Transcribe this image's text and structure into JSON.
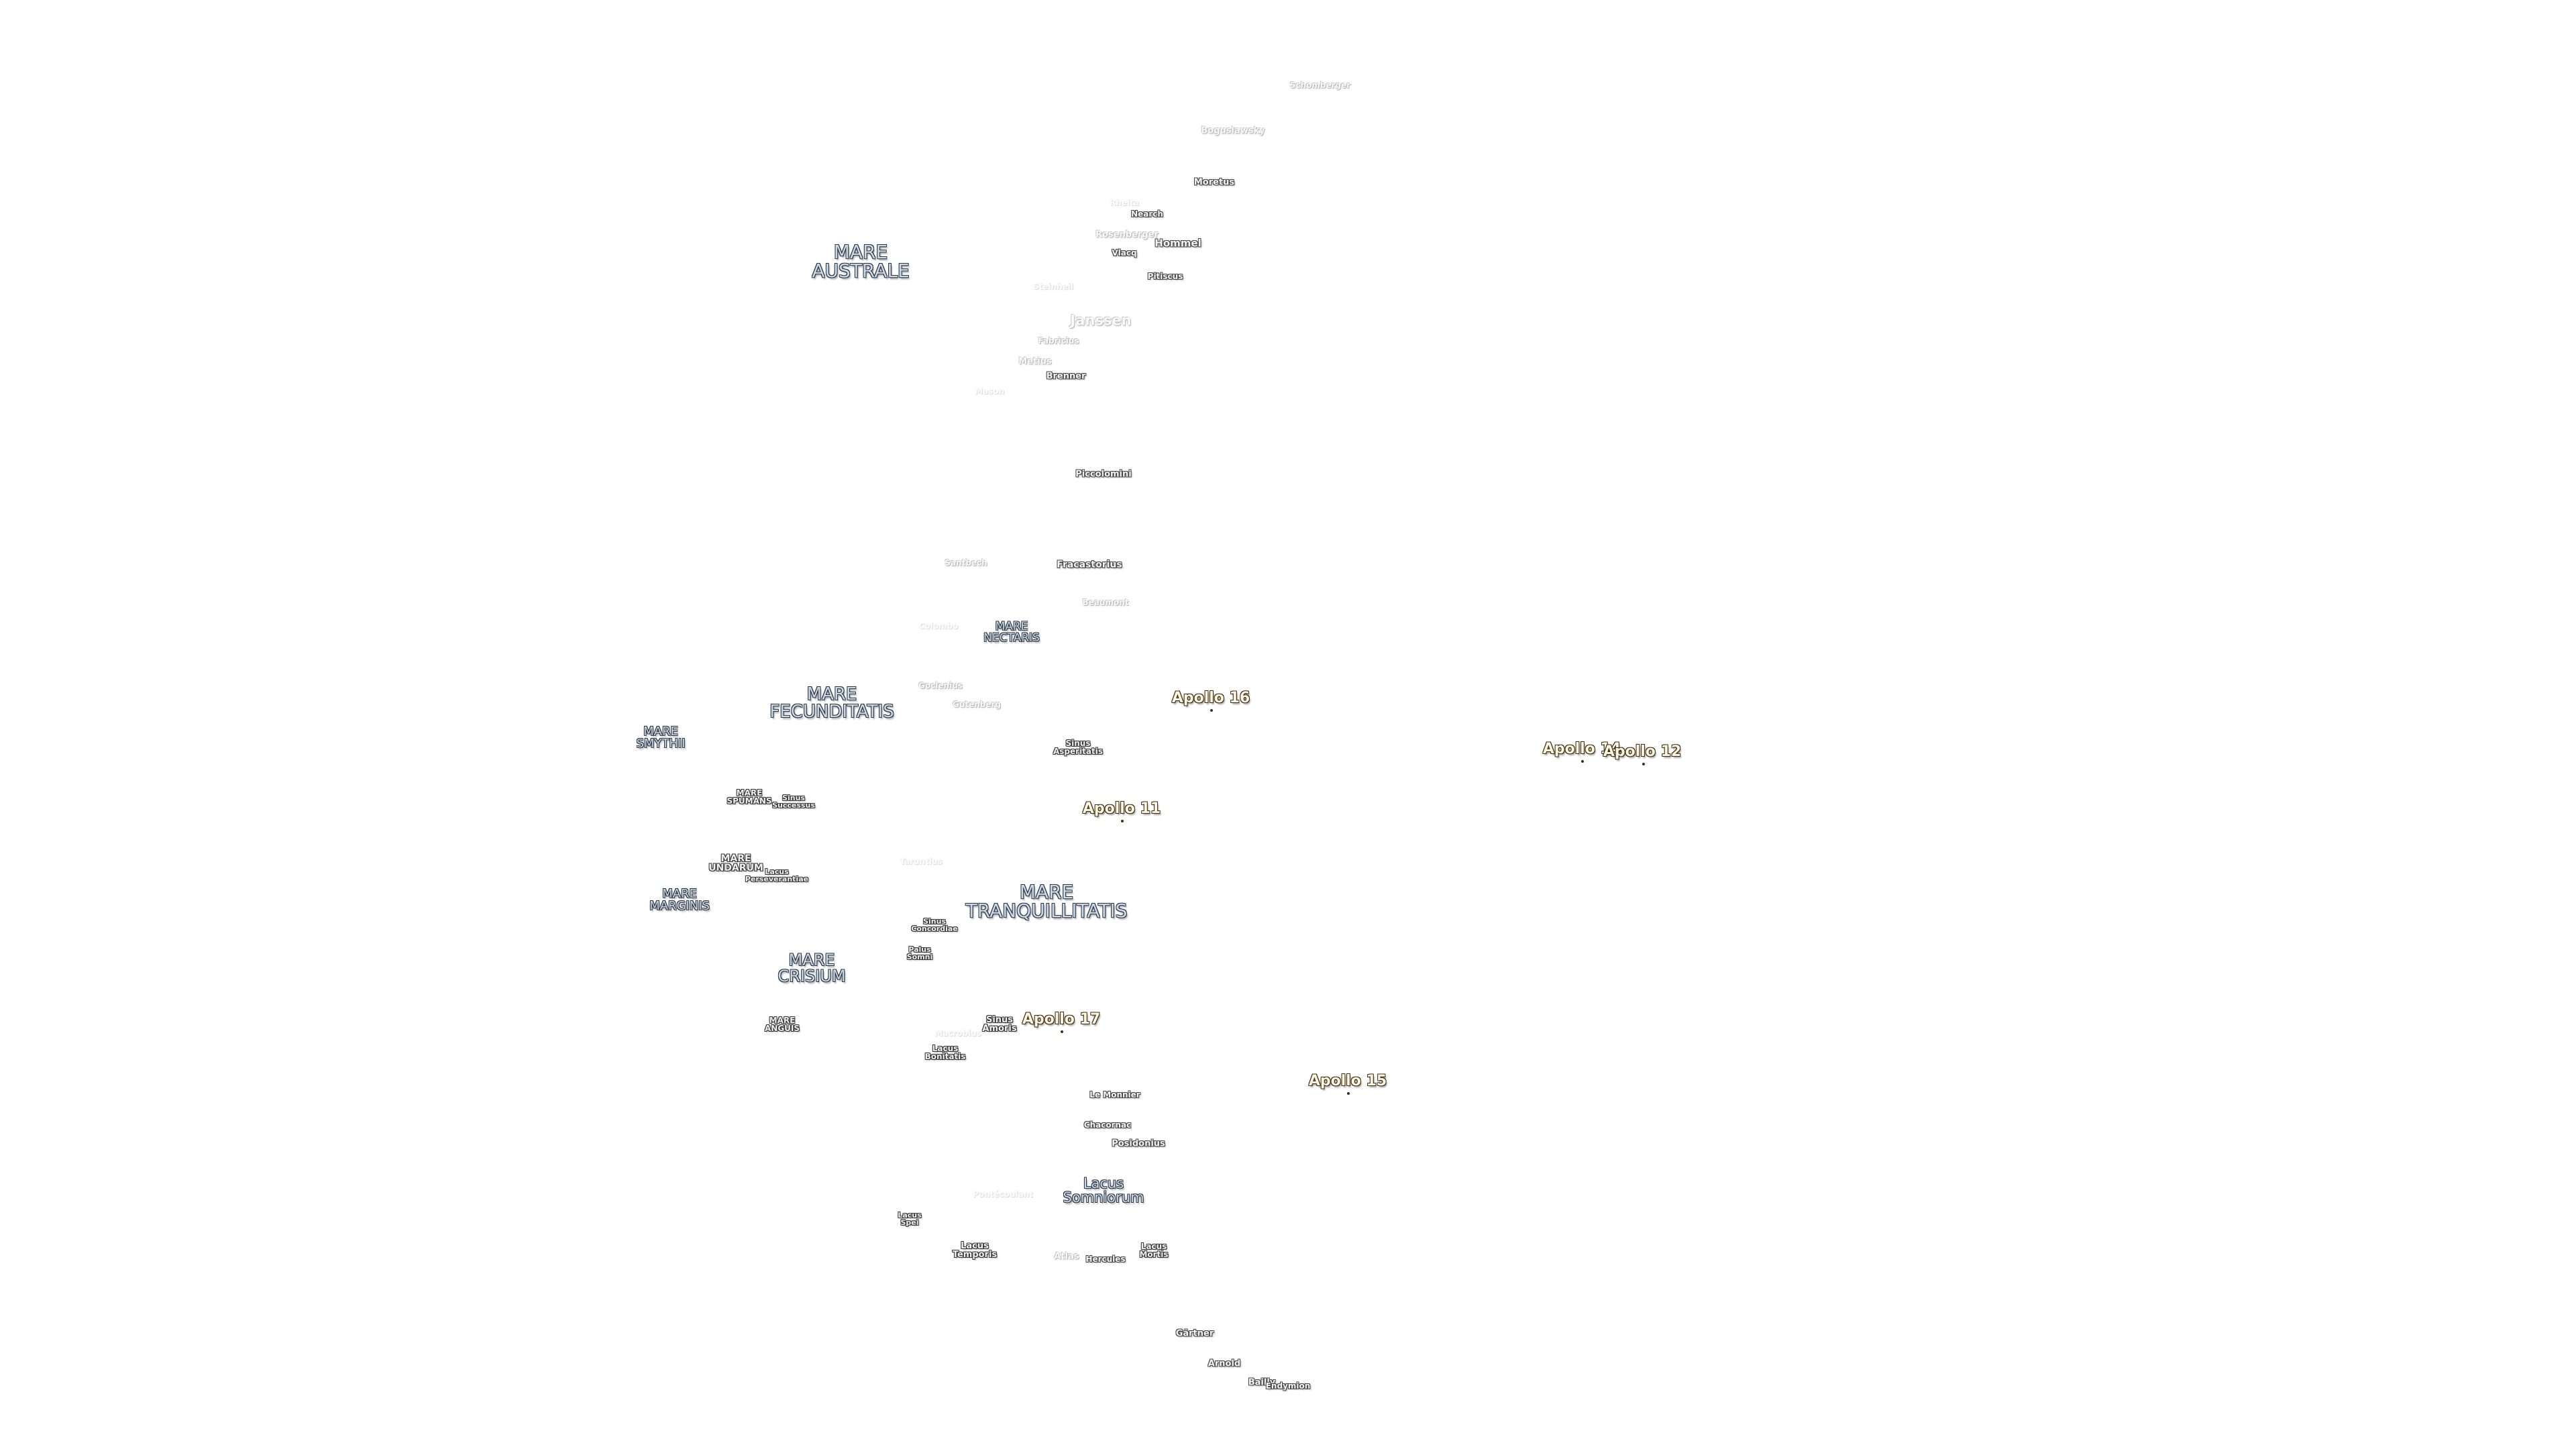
{
  "map": {
    "labels": {
      "mare_australe": "MARE\nAUSTRALE",
      "mare_fecunditatis": "MARE\nFECUNDITATIS",
      "mare_nectaris": "MARE\nNECTARIS",
      "mare_smythii": "MARE\nSMYTHII",
      "mare_spumans": "MARE\nSPUMANS",
      "mare_undarum": "MARE\nUNDARUM",
      "mare_marginis": "MARE\nMARGINIS",
      "mare_crisium": "MARE\nCRISIUM",
      "mare_anguis": "MARE\nANGUIS",
      "mare_tranquillitatis": "MARE\nTRANQUILLITATIS",
      "sinus_successus": "Sinus\nSuccessus",
      "lacus_perseverantiae": "Lacus\nPerseverantiae",
      "sinus_asperitatis": "Sinus\nAsperitatis",
      "sinus_concordiae": "Sinus\nConcordiae",
      "palus_somni": "Palus\nSomni",
      "sinus_amoris": "Sinus\nAmoris",
      "lacus_bonitatis": "Lacus\nBonitatis",
      "lacus_somniorum": "Lacus\nSomniorum",
      "lacus_spei": "Lacus\nSpei",
      "lacus_temporis": "Lacus\nTemporis",
      "lacus_mortis": "Lacus\nMortis",
      "schomberger": "Schomberger",
      "boguslawsky": "Boguslawsky",
      "moretus": "Moretus",
      "nearch": "Nearch",
      "hommel": "Hommel",
      "rosenberger": "Rosenberger",
      "vlacq": "Vlacq",
      "pitiscus": "Pitiscus",
      "janssen": "Janssen",
      "fabricius": "Fabricius",
      "metius": "Metius",
      "brenner": "Brenner",
      "piccolomini": "Piccolomini",
      "fracastorius": "Fracastorius",
      "beaumont": "Beaumont",
      "gutenberg": "Gutenberg",
      "le_monnier": "Le Monnier",
      "chacornac": "Chacornac",
      "posidonius": "Posidonius",
      "hercules": "Hercules",
      "atlas": "Atlas",
      "gartner": "Gärtner",
      "arnold": "Arnold",
      "bailly": "Bailly",
      "endymion": "Endymion",
      "faint_1": "Steinheil",
      "faint_2": "Rheita",
      "faint_3": "Santbech",
      "faint_4": "Colombo",
      "faint_5": "Goclenius",
      "faint_6": "Taruntius",
      "faint_7": "Macrobius",
      "faint_8": "Mason",
      "faint_9": "Pontécoulant"
    },
    "apollo": {
      "apollo_16": "Apollo 16",
      "apollo_14": "Apollo 14",
      "apollo_12": "Apollo 12",
      "apollo_11": "Apollo 11",
      "apollo_17": "Apollo 17",
      "apollo_15": "Apollo 15"
    }
  }
}
